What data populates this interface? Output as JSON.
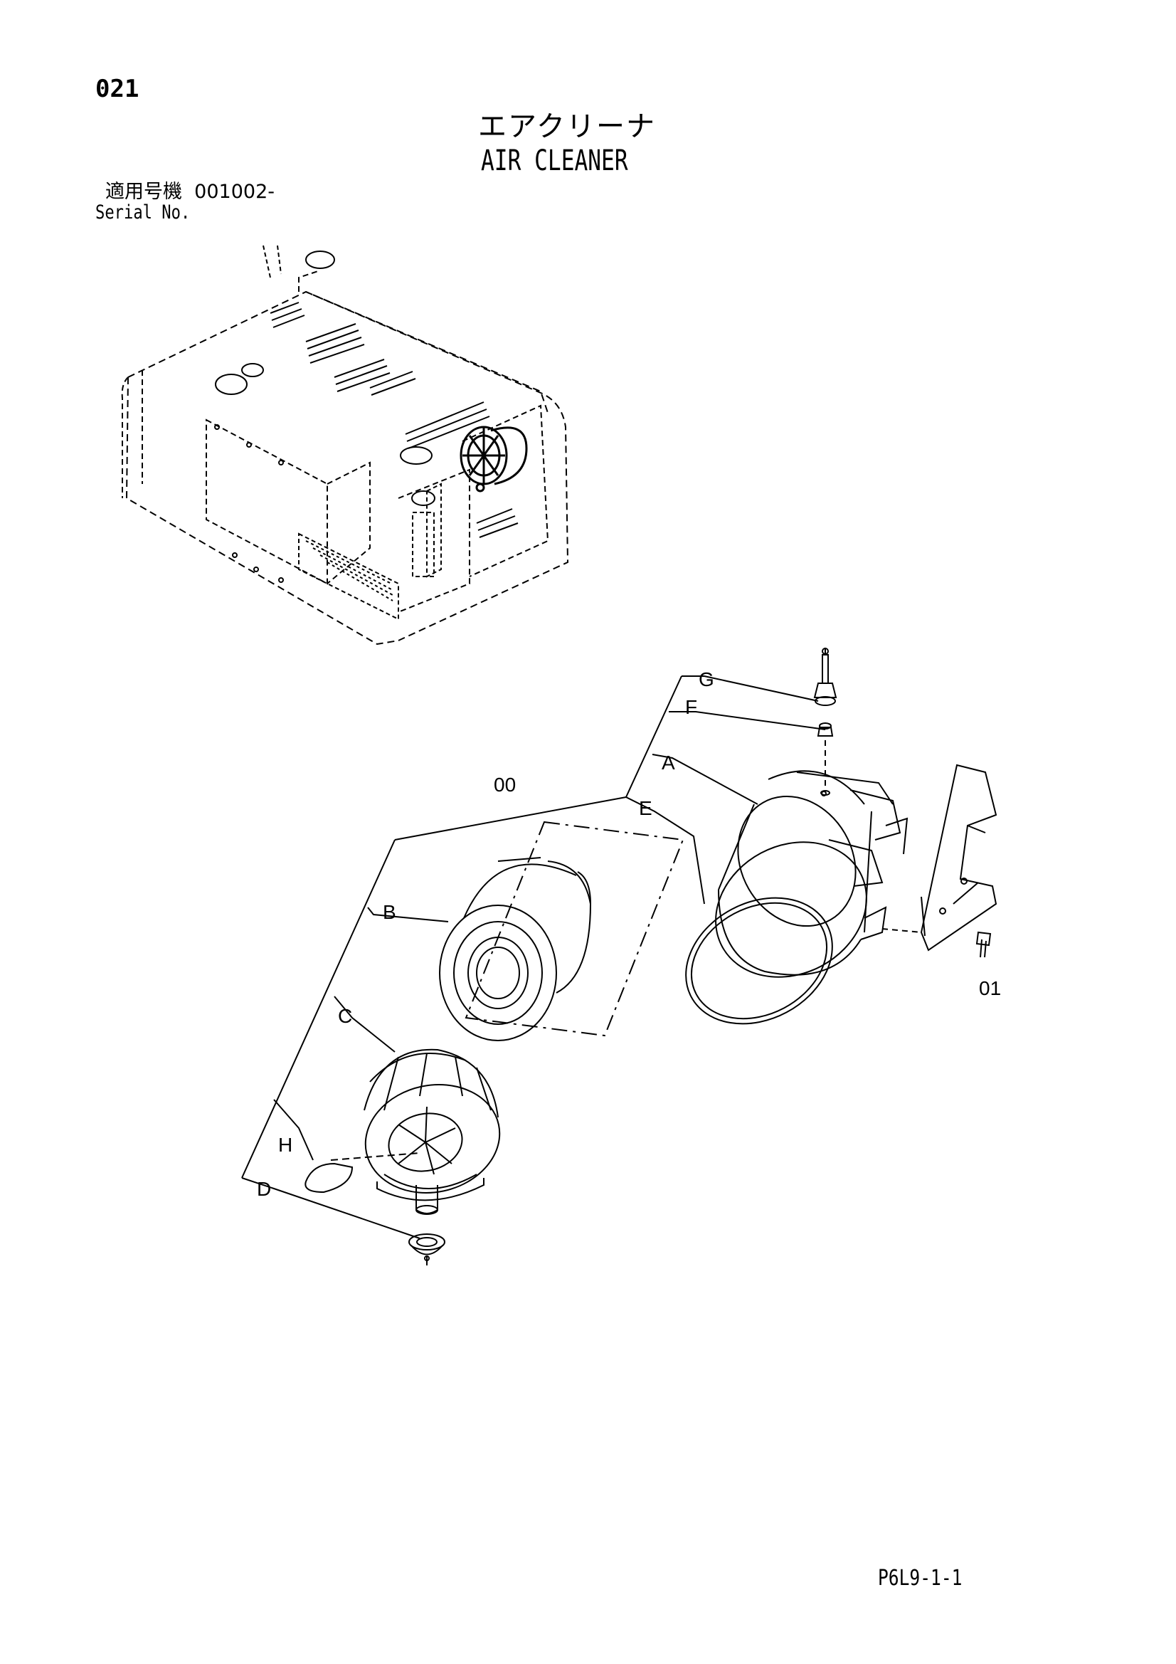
{
  "header": {
    "page_number": "021",
    "title_jp": "エアクリーナ",
    "title_en": "AIR CLEANER",
    "serial_label_jp": "適用号機",
    "serial_value": "001002-",
    "serial_label_en": "Serial No."
  },
  "callouts": {
    "assembly": "00",
    "bolt": "01",
    "A": "A",
    "B": "B",
    "C": "C",
    "D": "D",
    "E": "E",
    "F": "F",
    "G": "G",
    "H": "H"
  },
  "footer": {
    "code": "P6L9-1-1"
  }
}
